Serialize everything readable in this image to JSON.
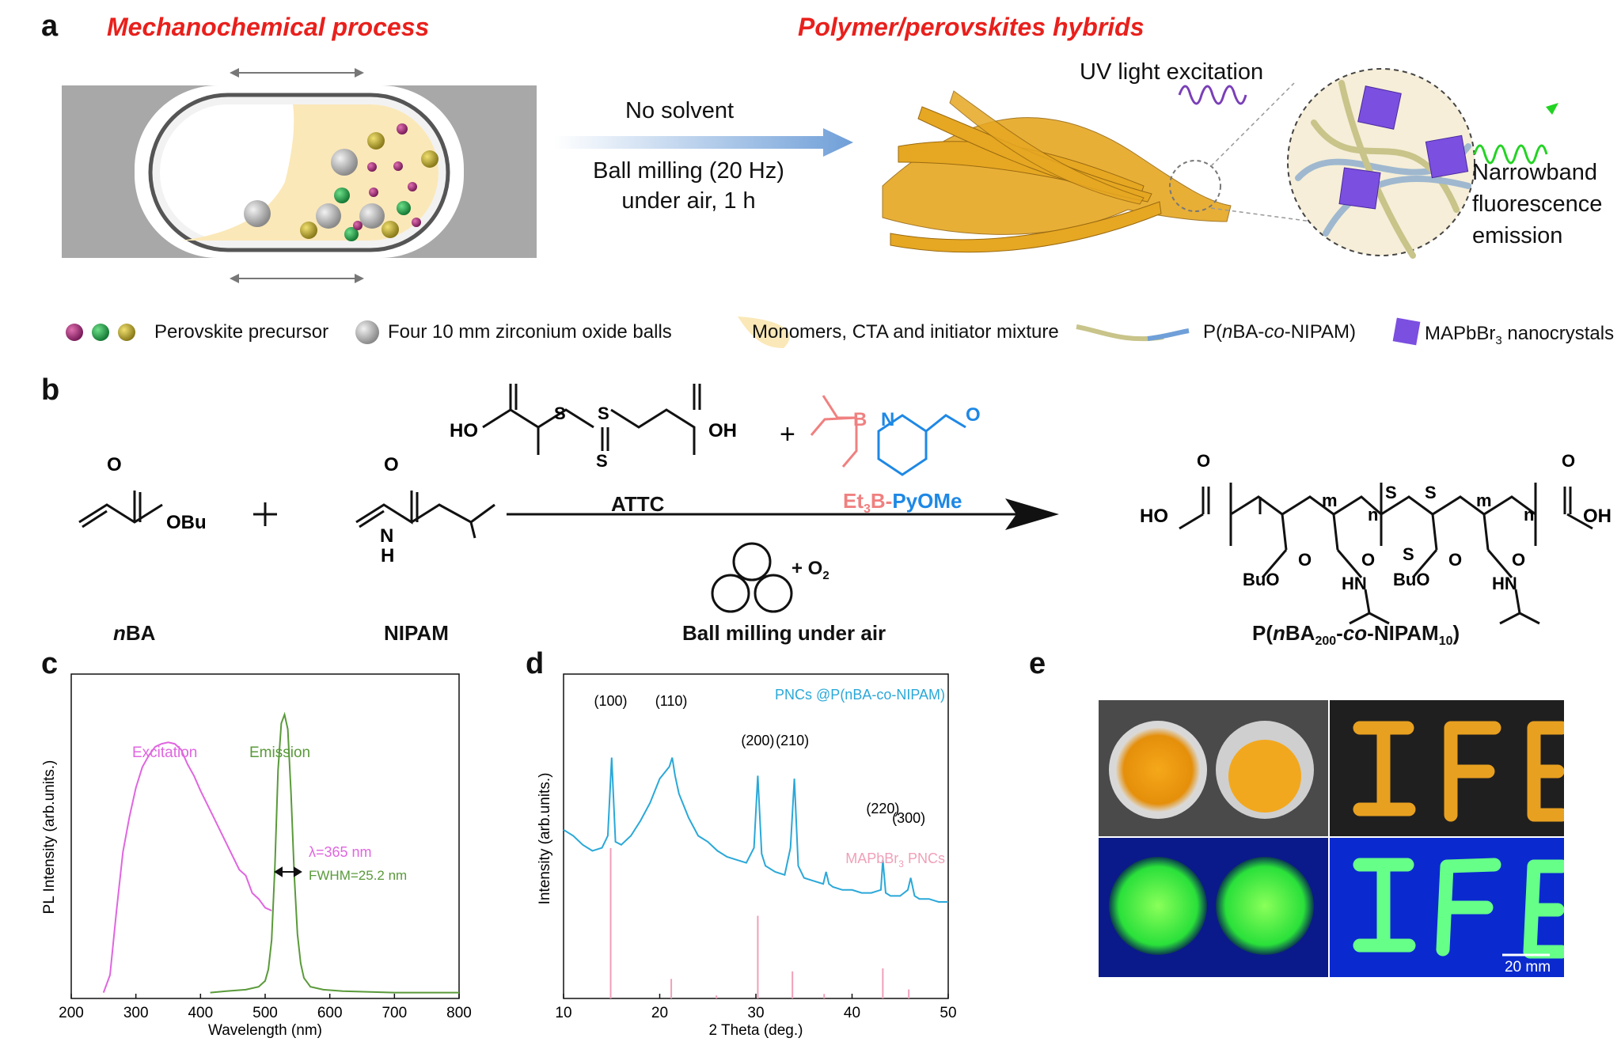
{
  "panels": {
    "a": {
      "letter": "a",
      "title_left": "Mechanochemical process",
      "title_right": "Polymer/perovskites hybrids",
      "arrow_top": "No solvent",
      "arrow_bottom_1": "Ball milling (20 Hz)",
      "arrow_bottom_2": "under air, 1 h",
      "uv_label": "UV light excitation",
      "emission_1": "Narrowband",
      "emission_2": "fluorescence",
      "emission_3": "emission",
      "legend": {
        "precursor": "Perovskite precursor",
        "balls": "Four 10 mm zirconium oxide balls",
        "mixture": "Monomers, CTA and initiator mixture",
        "polymer_pre": "P(",
        "polymer_it": "n",
        "polymer_mid": "BA-",
        "polymer_co": "co",
        "polymer_post": "-NIPAM)",
        "nano_pre": "MAPbBr",
        "nano_sub": "3",
        "nano_post": " nanocrystals"
      }
    },
    "b": {
      "letter": "b",
      "nba_it": "n",
      "nba": "BA",
      "nipam": "NIPAM",
      "attc": "ATTC",
      "et3b_a": "Et",
      "et3b_sub": "3",
      "et3b_b": "B-",
      "pyome": "PyOMe",
      "conditions": "Ball milling under air",
      "o2": "+ O",
      "o2_sub": "2",
      "obu": "OBu",
      "product_a": "P(",
      "product_n": "n",
      "product_b": "BA",
      "product_200": "200",
      "product_c": "-",
      "product_co": "co",
      "product_d": "-NIPAM",
      "product_10": "10",
      "product_e": ")"
    },
    "c": {
      "letter": "c",
      "excitation_label": "Excitation",
      "emission_label": "Emission",
      "lambda_label": "λ=365 nm",
      "fwhm_label": "FWHM=25.2 nm"
    },
    "d": {
      "letter": "d",
      "series_label": "PNCs @P(nBA-co-NIPAM)",
      "reference_label_a": "MAPbBr",
      "reference_label_sub": "3",
      "reference_label_b": " PNCs"
    },
    "e": {
      "letter": "e",
      "scale_bar": "20 mm",
      "letters": "IFE"
    }
  },
  "colors": {
    "red_title": "#e8201c",
    "excitation": "#e066e0",
    "emission": "#5a9a3a",
    "xrd_series": "#2aa8d8",
    "xrd_reference": "#f0a0b8",
    "borane_pink": "#f08080",
    "pyridine_blue": "#1e88e5"
  },
  "chart_data": [
    {
      "panel": "c",
      "type": "line",
      "xlabel": "Wavelength (nm)",
      "ylabel": "PL Intensity (arb.units.)",
      "xlim": [
        200,
        800
      ],
      "xticks": [
        "200",
        "300",
        "400",
        "500",
        "600",
        "700",
        "800"
      ],
      "series": [
        {
          "name": "Excitation",
          "x": [
            250,
            260,
            270,
            280,
            290,
            300,
            310,
            320,
            330,
            340,
            350,
            360,
            370,
            380,
            390,
            400,
            420,
            440,
            460,
            470,
            480,
            490,
            500,
            510
          ],
          "y": [
            0.02,
            0.08,
            0.3,
            0.5,
            0.62,
            0.72,
            0.79,
            0.83,
            0.86,
            0.87,
            0.875,
            0.87,
            0.85,
            0.8,
            0.76,
            0.71,
            0.62,
            0.53,
            0.44,
            0.42,
            0.36,
            0.34,
            0.31,
            0.3
          ]
        },
        {
          "name": "Emission",
          "x": [
            415,
            440,
            470,
            490,
            500,
            505,
            510,
            515,
            520,
            525,
            530,
            535,
            540,
            545,
            550,
            555,
            560,
            570,
            590,
            620,
            700,
            800
          ],
          "y": [
            0.02,
            0.025,
            0.03,
            0.04,
            0.06,
            0.1,
            0.2,
            0.45,
            0.78,
            0.94,
            0.97,
            0.92,
            0.7,
            0.42,
            0.22,
            0.12,
            0.07,
            0.04,
            0.03,
            0.025,
            0.02,
            0.02
          ]
        }
      ]
    },
    {
      "panel": "d",
      "type": "line",
      "xlabel": "2 Theta (deg.)",
      "ylabel": "Intensity (arb.units.)",
      "xlim": [
        10,
        50
      ],
      "xticks": [
        "10",
        "20",
        "30",
        "40",
        "50"
      ],
      "series": [
        {
          "name": "PNCs @P(nBA-co-NIPAM)",
          "x": [
            10,
            11,
            12,
            13,
            14,
            14.6,
            15,
            15.4,
            16,
            17,
            18,
            19,
            20,
            20.5,
            21,
            21.3,
            21.6,
            22,
            23,
            24,
            25,
            26,
            27,
            28,
            29,
            29.8,
            30.2,
            30.6,
            31,
            32,
            33,
            33.6,
            34,
            34.4,
            35,
            36,
            37,
            37.3,
            37.6,
            38,
            39,
            40,
            41,
            42,
            43,
            43.2,
            43.5,
            44,
            45,
            45.8,
            46.1,
            46.5,
            47,
            48,
            49,
            50
          ],
          "y": [
            0.62,
            0.6,
            0.57,
            0.55,
            0.56,
            0.6,
            0.86,
            0.58,
            0.57,
            0.6,
            0.65,
            0.71,
            0.79,
            0.81,
            0.83,
            0.86,
            0.8,
            0.74,
            0.66,
            0.6,
            0.58,
            0.55,
            0.53,
            0.52,
            0.51,
            0.56,
            0.8,
            0.54,
            0.5,
            0.48,
            0.47,
            0.56,
            0.79,
            0.5,
            0.46,
            0.45,
            0.44,
            0.48,
            0.44,
            0.43,
            0.42,
            0.42,
            0.41,
            0.41,
            0.42,
            0.52,
            0.41,
            0.4,
            0.4,
            0.42,
            0.46,
            0.4,
            0.39,
            0.39,
            0.38,
            0.38
          ]
        },
        {
          "name": "MAPbBr3 PNCs",
          "type": "stick",
          "x": [
            14.9,
            21.2,
            25.9,
            30.2,
            33.8,
            37.1,
            43.2,
            45.9
          ],
          "y": [
            1.0,
            0.13,
            0.02,
            0.55,
            0.18,
            0.03,
            0.2,
            0.06
          ]
        }
      ],
      "peak_labels": [
        {
          "label": "(100)",
          "x": 14.9
        },
        {
          "label": "(110)",
          "x": 21.2
        },
        {
          "label": "(200)",
          "x": 30.2
        },
        {
          "label": "(210)",
          "x": 33.8
        },
        {
          "label": "(220)",
          "x": 43.2
        },
        {
          "label": "(300)",
          "x": 45.9
        }
      ]
    }
  ]
}
